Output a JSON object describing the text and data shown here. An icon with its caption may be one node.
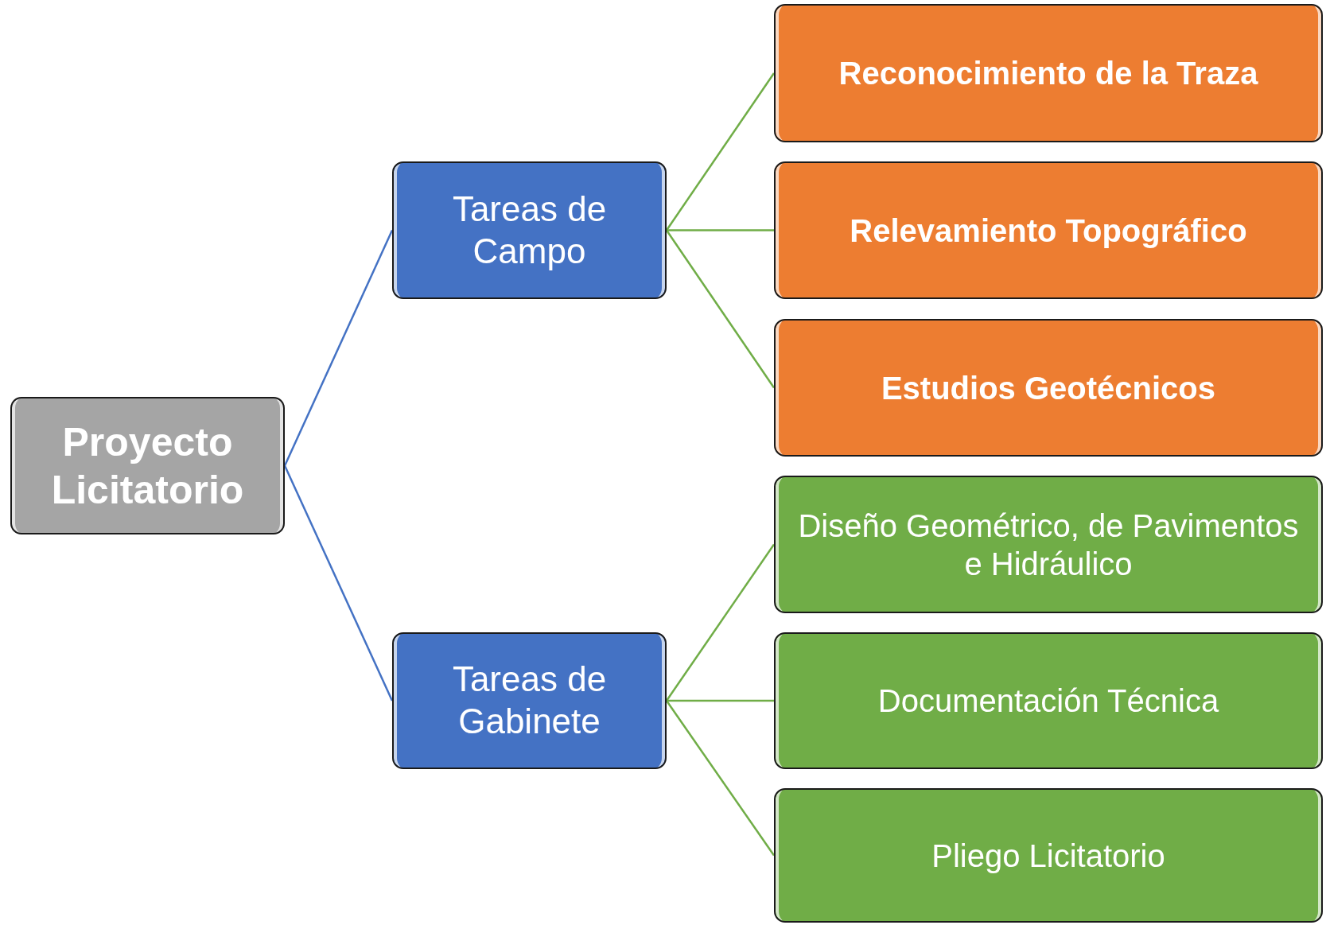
{
  "diagram": {
    "nodes": [
      {
        "text": [
          "Proyecto Licitatorio"
        ]
      },
      {
        "text": [
          "Tareas de Campo"
        ]
      },
      {
        "text": [
          "Reconocimiento de la Traza"
        ]
      },
      {
        "text": [
          "Relevamiento Topográfico"
        ]
      },
      {
        "text": [
          "Estudios Geotécnicos"
        ]
      },
      {
        "text": [
          "Tareas de Gabinete"
        ]
      },
      {
        "text": [
          "Diseño Geométrico, de Pavimentos e Hidráulico"
        ]
      },
      {
        "text": [
          "Documentación Técnica"
        ]
      },
      {
        "text": [
          "Pliego Licitatorio"
        ]
      }
    ],
    "edges": [
      {
        "from": 0,
        "to": 1,
        "arrow": "none",
        "color": "#4472c4"
      },
      {
        "from": 0,
        "to": 5,
        "arrow": "none",
        "color": "#4472c4"
      },
      {
        "from": 1,
        "to": 2,
        "arrow": "none"
      },
      {
        "from": 1,
        "to": 3,
        "arrow": "none"
      },
      {
        "from": 1,
        "to": 4,
        "arrow": "none"
      },
      {
        "from": 5,
        "to": 6,
        "arrow": "none"
      },
      {
        "from": 5,
        "to": 7,
        "arrow": "none"
      },
      {
        "from": 5,
        "to": 8,
        "arrow": "none"
      }
    ]
  }
}
